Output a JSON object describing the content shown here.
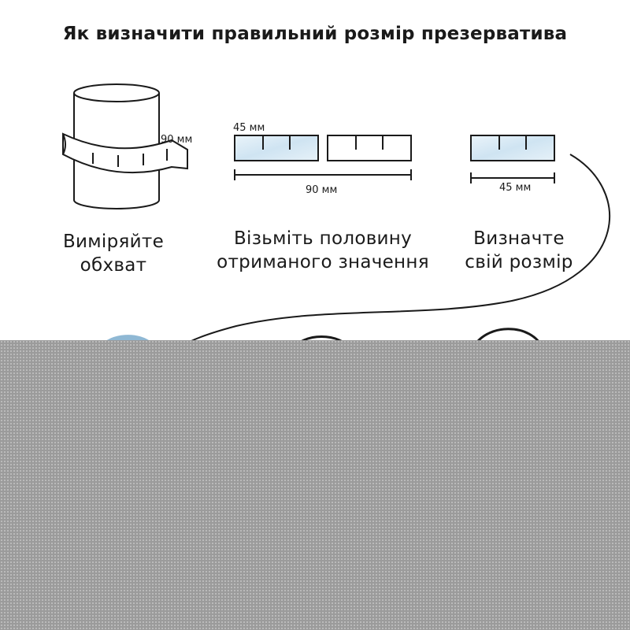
{
  "title": "Як визначити правильний розмір презерватива",
  "steps": [
    {
      "line1": "Виміряйте",
      "line2": "обхват",
      "measure": "90 мм"
    },
    {
      "line1": "Візьміть половину",
      "line2": "отриманого значення",
      "half": "45 мм",
      "full": "90 мм"
    },
    {
      "line1": "Визначте",
      "line2": "свій розмір",
      "measure": "45 мм"
    }
  ],
  "colors": {
    "tape_fill": "#d9eaf5",
    "outline": "#1a1a1a",
    "redacted": "#9b9b9b"
  }
}
